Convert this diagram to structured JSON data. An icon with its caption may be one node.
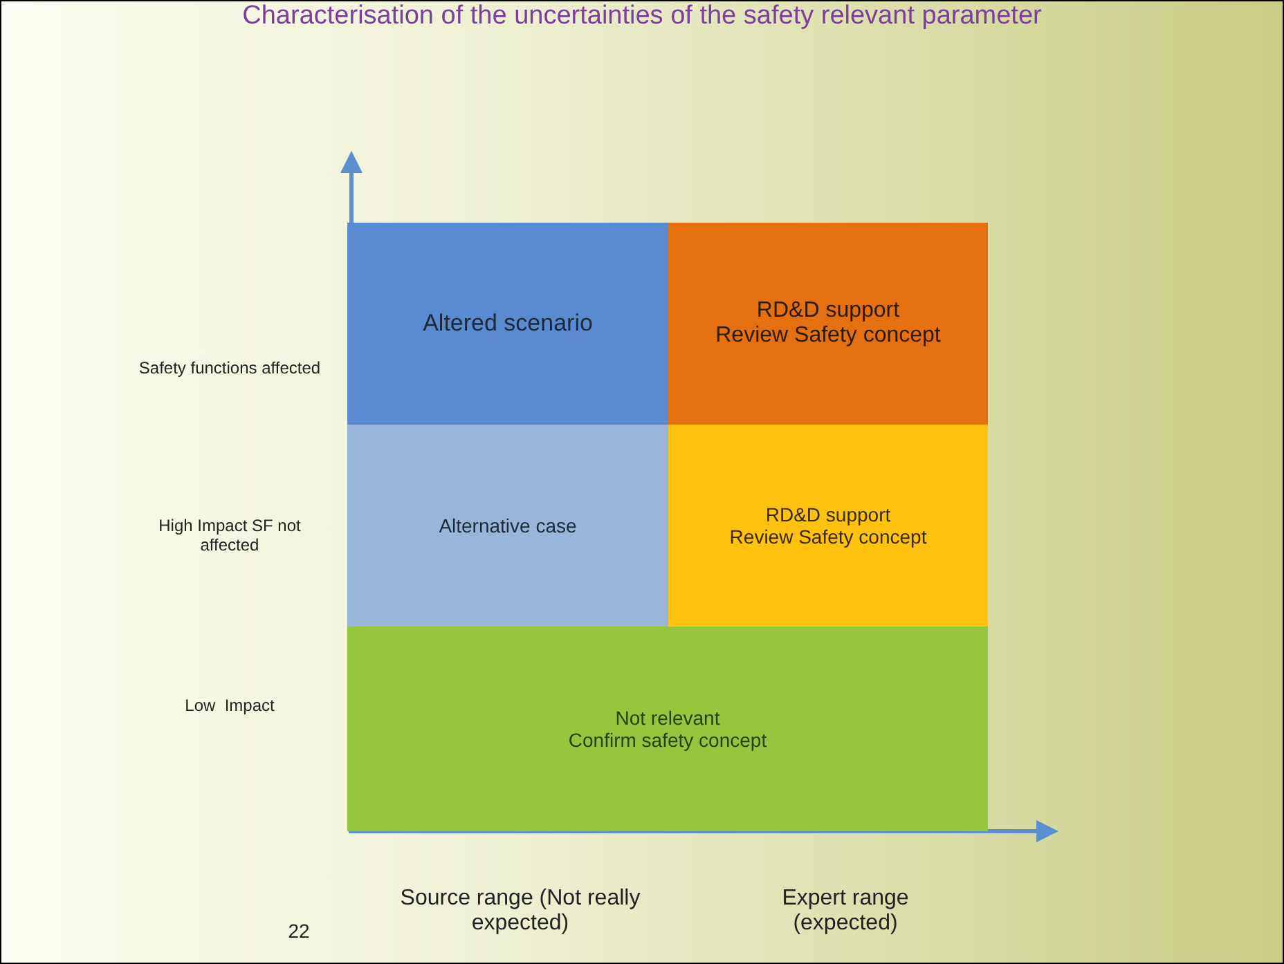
{
  "diagram": {
    "title": "Characterisation of the uncertainties  of the safety relevant parameter",
    "nodes": [
      {
        "text": [
          "Altered scenario"
        ]
      },
      {
        "text": [
          "RD&D support",
          "Review Safety concept"
        ]
      },
      {
        "text": [
          "Alternative case"
        ]
      },
      {
        "text": [
          "RD&D support",
          "Review Safety concept"
        ]
      },
      {
        "text": [
          "Not relevant",
          "Confirm safety concept"
        ]
      }
    ],
    "edges": [],
    "labels": [
      "Safety functions affected",
      "High Impact SF not affected",
      "Low  Impact",
      "22",
      "Source range (Not really expected)",
      "Expert range (expected)"
    ]
  }
}
